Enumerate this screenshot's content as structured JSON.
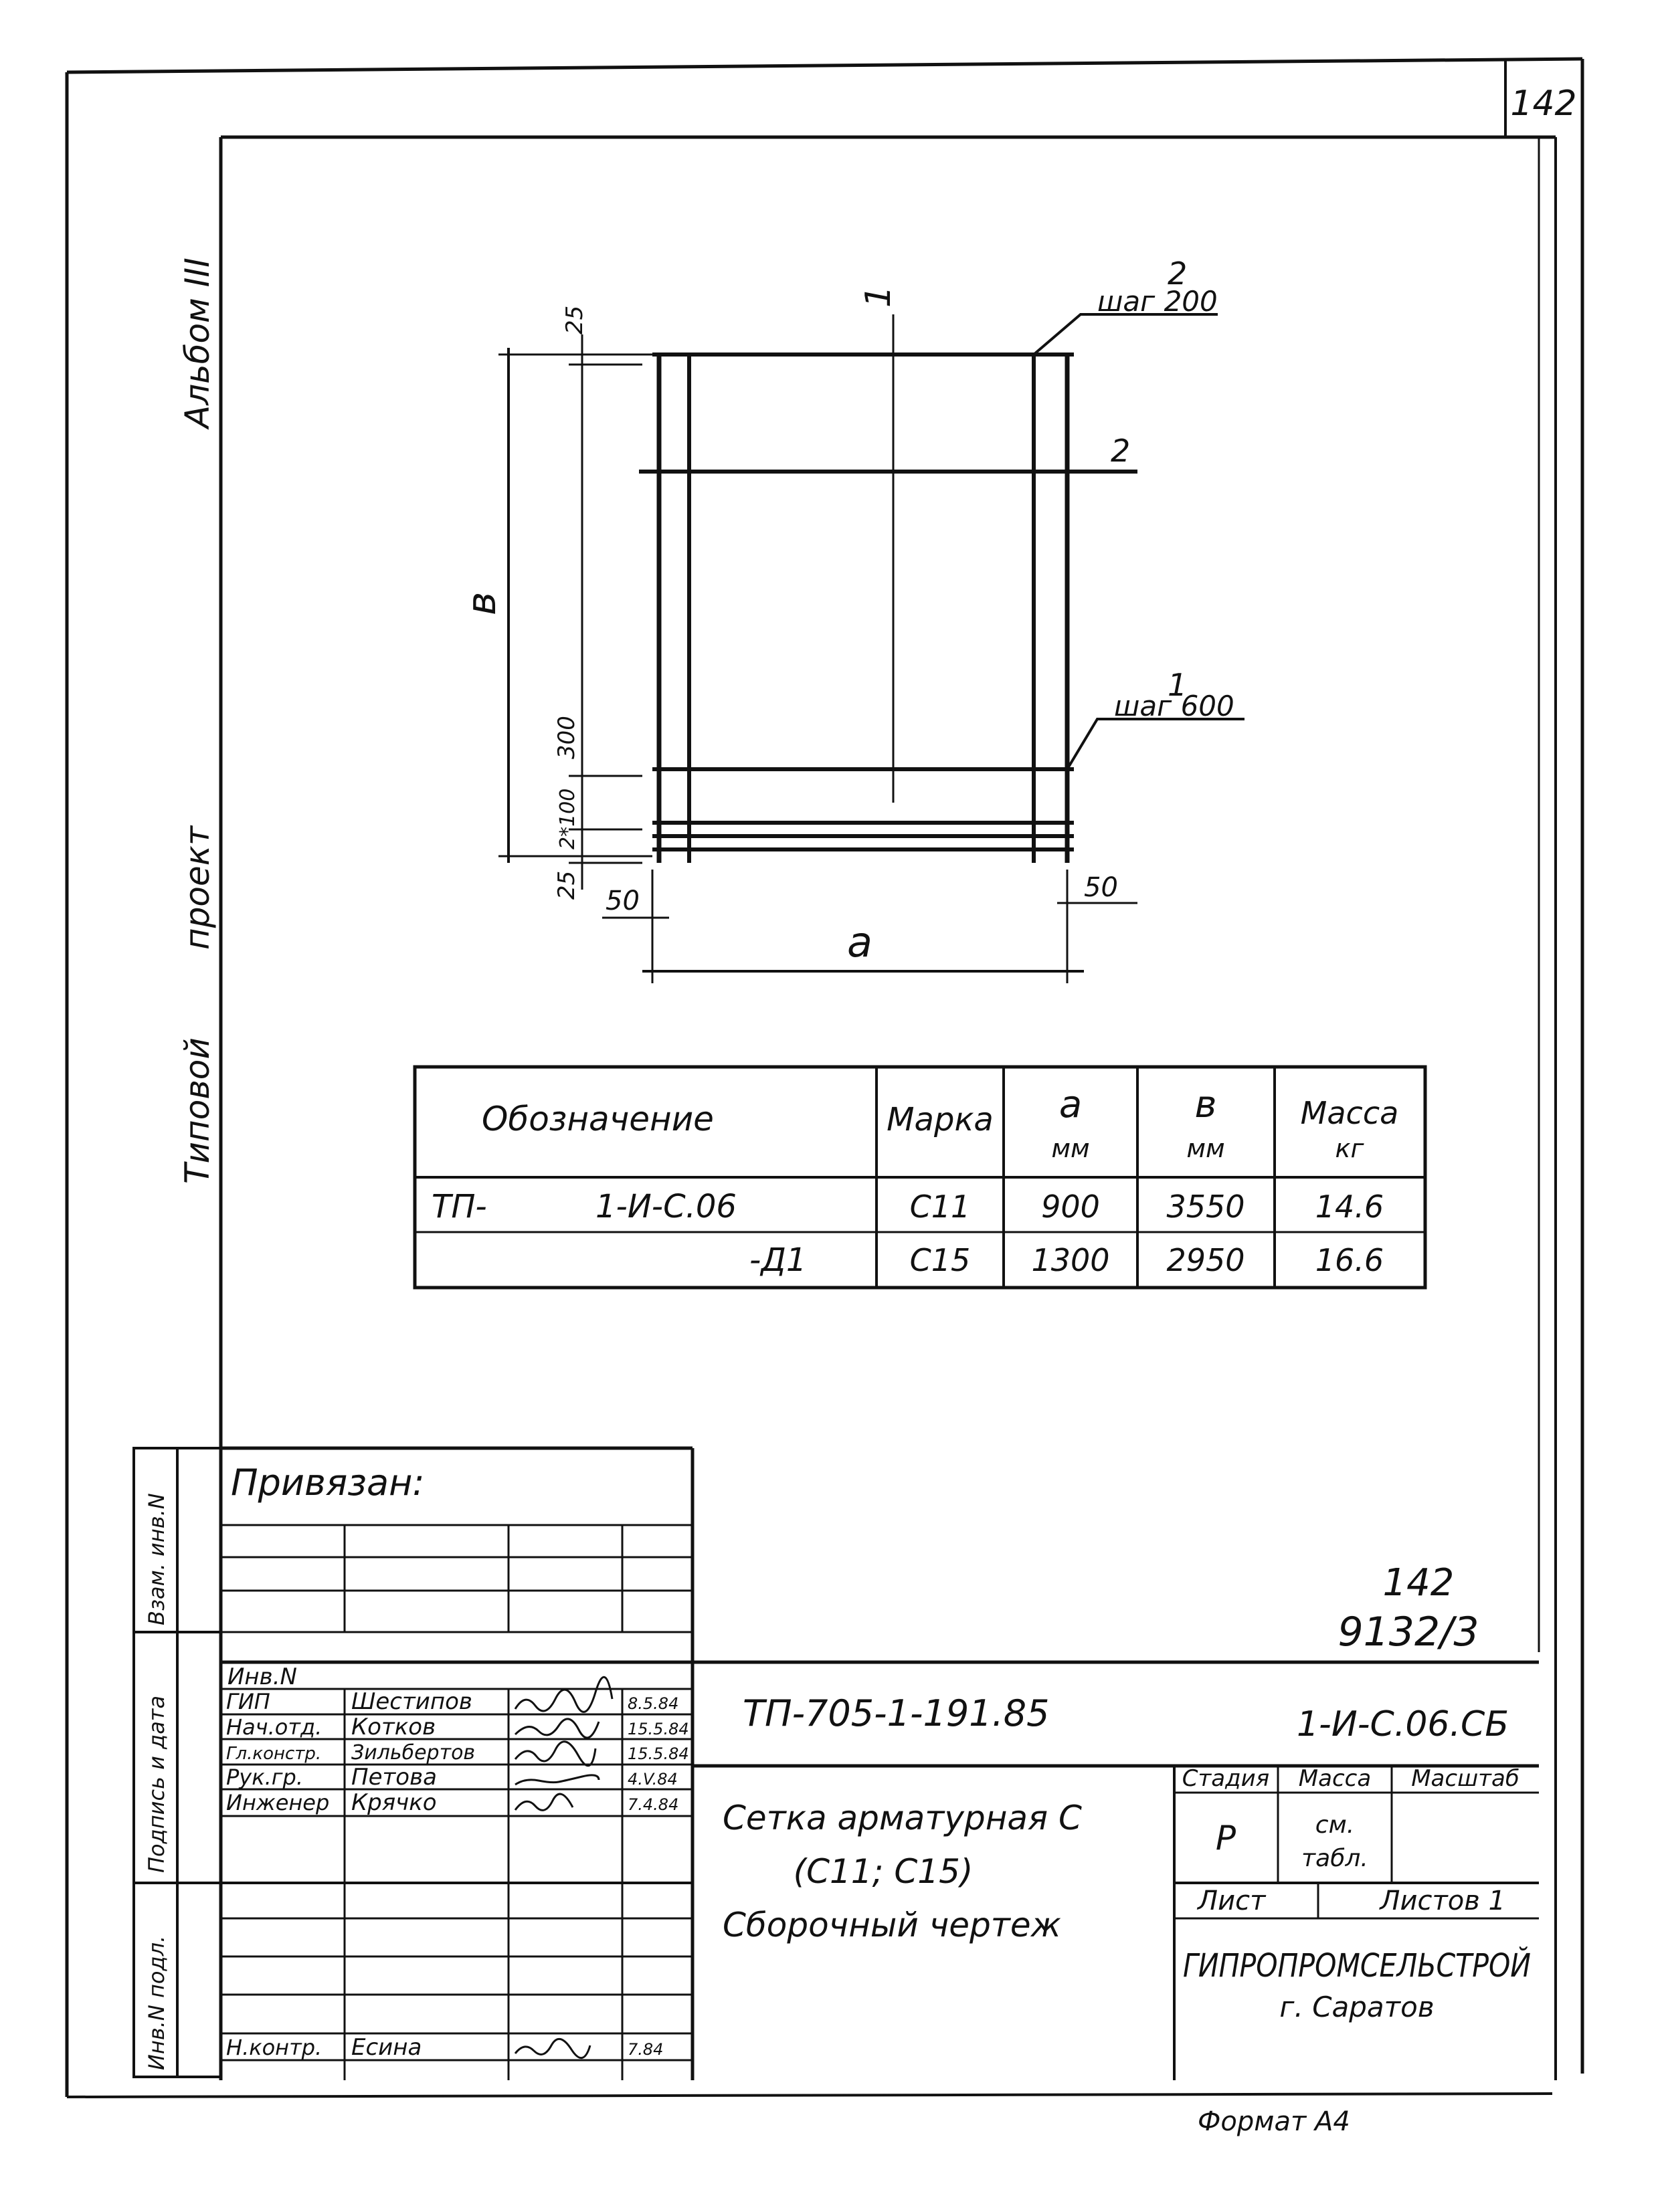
{
  "sheet_number": "142",
  "side_labels": {
    "album": "Альбом III",
    "project_word1": "Типовой",
    "project_word2": "проект"
  },
  "margin_labels": [
    "Взам. инв.N",
    "Подпись и дата",
    "Инв.N подл."
  ],
  "drawing": {
    "b_label": "в",
    "a_label": "a",
    "pos1": "1",
    "pos2": "2",
    "leader2_num": "2",
    "leader2_text": "шаг 200",
    "leader1_num": "1",
    "leader1_text": "шаг 600",
    "dim_25_top": "25",
    "dim_300": "300",
    "dim_100": "2*100",
    "dim_25_bottom": "25",
    "dim_50_left": "50",
    "dim_50_right": "50"
  },
  "spec_table": {
    "headers": [
      "Обозначение",
      "Марка",
      "a",
      "мм",
      "в",
      "мм",
      "Масса",
      "кг"
    ],
    "rows": [
      {
        "prefix": "ТП-",
        "code": "1-И-С.06",
        "mark": "С11",
        "a": "900",
        "b": "3550",
        "mass": "14.6"
      },
      {
        "prefix": "",
        "code": "-Д1",
        "mark": "С15",
        "a": "1300",
        "b": "2950",
        "mass": "16.6"
      }
    ]
  },
  "binding": {
    "label": "Привязан:"
  },
  "copy_numbers": {
    "line1": "142",
    "line2": "9132/3"
  },
  "title_block": {
    "inv_label": "Инв.N",
    "document_code": "ТП-705-1-191.85",
    "sheet_code": "1-И-С.06.СБ",
    "staff": [
      {
        "role": "ГИП",
        "name": "Шестипов",
        "date": "8.5.84"
      },
      {
        "role": "Нач.отд.",
        "name": "Котков",
        "date": "15.5.84"
      },
      {
        "role": "Гл.констр.",
        "name": "Зильбертов",
        "date": "15.5.84"
      },
      {
        "role": "Рук.гр.",
        "name": "Петова",
        "date": "4.V.84"
      },
      {
        "role": "Инженер",
        "name": "Крячко",
        "date": "7.4.84"
      }
    ],
    "control": {
      "role": "Н.контр.",
      "name": "Есина",
      "date": "7.84"
    },
    "title_line1": "Сетка арматурная С",
    "title_line2": "(С11; С15)",
    "title_line3": "Сборочный чертеж",
    "stage_header": "Стадия",
    "mass_header": "Масса",
    "scale_header": "Масштаб",
    "stage_value": "Р",
    "mass_value_line1": "см.",
    "mass_value_line2": "табл.",
    "sheet_label": "Лист",
    "sheets_label": "Листов 1",
    "org_name": "ГИПРОПРОМСЕЛЬСТРОЙ",
    "org_city": "г. Саратов",
    "format": "Формат А4"
  }
}
